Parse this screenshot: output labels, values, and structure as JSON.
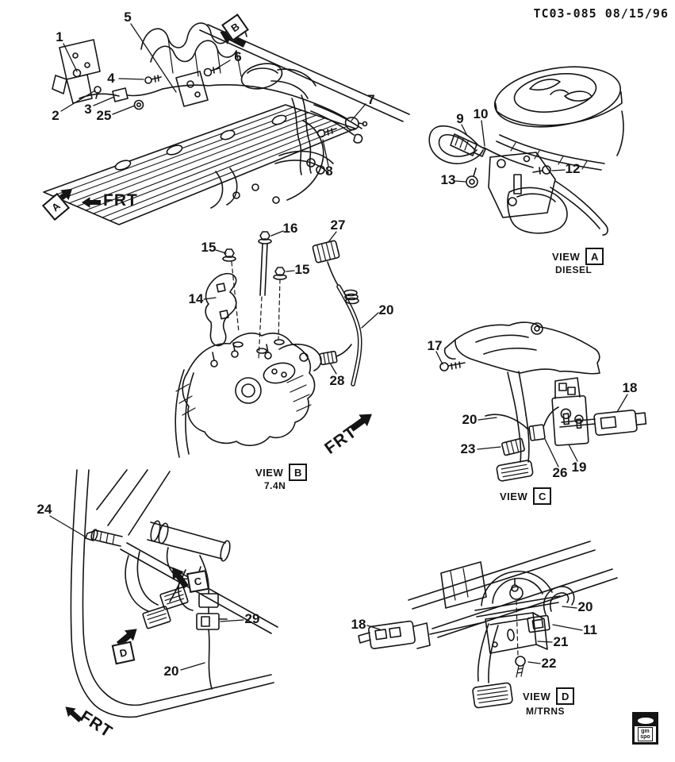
{
  "colors": {
    "ink": "#141414",
    "paper": "#ffffff"
  },
  "header": {
    "doc_code": "TC03-085 08/15/96"
  },
  "logo": {
    "top": "gm",
    "bottom": "spo"
  },
  "main_view": {
    "marker_a": "A",
    "marker_b": "B",
    "frt": "FRT",
    "callouts": [
      {
        "n": "1"
      },
      {
        "n": "2"
      },
      {
        "n": "3"
      },
      {
        "n": "4"
      },
      {
        "n": "5"
      },
      {
        "n": "6"
      },
      {
        "n": "7"
      },
      {
        "n": "8"
      },
      {
        "n": "25"
      }
    ]
  },
  "view_a": {
    "view_word": "VIEW",
    "letter": "A",
    "sublabel": "DIESEL",
    "callouts": [
      {
        "n": "9"
      },
      {
        "n": "10"
      },
      {
        "n": "12"
      },
      {
        "n": "13"
      }
    ]
  },
  "view_b": {
    "view_word": "VIEW",
    "letter": "B",
    "sublabel": "7.4N",
    "frt": "FRT",
    "callouts": [
      {
        "n": "14"
      },
      {
        "n": "15"
      },
      {
        "n": "15"
      },
      {
        "n": "16"
      },
      {
        "n": "20"
      },
      {
        "n": "27"
      },
      {
        "n": "28"
      }
    ]
  },
  "view_c": {
    "view_word": "VIEW",
    "letter": "C",
    "callouts": [
      {
        "n": "17"
      },
      {
        "n": "18"
      },
      {
        "n": "19"
      },
      {
        "n": "20"
      },
      {
        "n": "23"
      },
      {
        "n": "26"
      }
    ]
  },
  "cab_view": {
    "marker_c": "C",
    "marker_d": "D",
    "frt": "FRT",
    "callouts": [
      {
        "n": "20"
      },
      {
        "n": "24"
      },
      {
        "n": "29"
      }
    ]
  },
  "view_d": {
    "view_word": "VIEW",
    "letter": "D",
    "sublabel": "M/TRNS",
    "callouts": [
      {
        "n": "11"
      },
      {
        "n": "18"
      },
      {
        "n": "20"
      },
      {
        "n": "21"
      },
      {
        "n": "22"
      }
    ]
  }
}
